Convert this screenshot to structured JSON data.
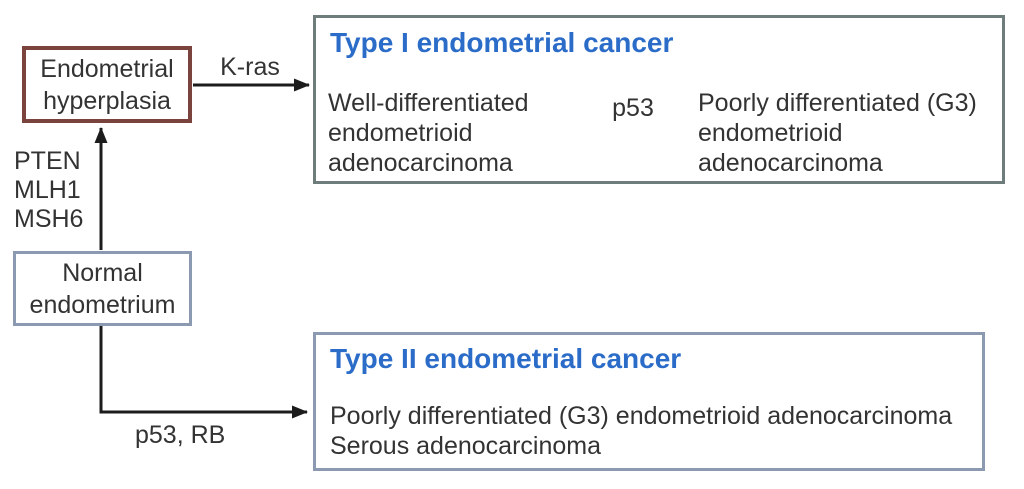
{
  "diagram": {
    "nodes": {
      "endometrial_hyperplasia": "Endometrial\nhyperplasia",
      "normal_endometrium": "Normal\nendometrium"
    },
    "gene_list": "PTEN\nMLH1\nMSH6",
    "arrow_labels": {
      "k_ras": "K-ras",
      "p53": "p53",
      "p53_rb": "p53, RB"
    },
    "type1": {
      "title": "Type I endometrial cancer",
      "left_text": "Well-differentiated\nendometrioid\nadenocarcinoma",
      "right_text": "Poorly differentiated (G3)\nendometrioid\nadenocarcinoma"
    },
    "type2": {
      "title": "Type II endometrial cancer",
      "body": "Poorly differentiated (G3) endometrioid adenocarcinoma\nSerous adenocarcinoma"
    }
  },
  "colors": {
    "background": "#ffffff",
    "hyperplasia_border": "#7a433e",
    "normal_border": "#8c9ab1",
    "type1_border": "#6e7d7c",
    "type2_border": "#8c9ab1",
    "title_blue": "#2b6cc8",
    "text": "#333333",
    "arrow": "#1c1c1c"
  }
}
